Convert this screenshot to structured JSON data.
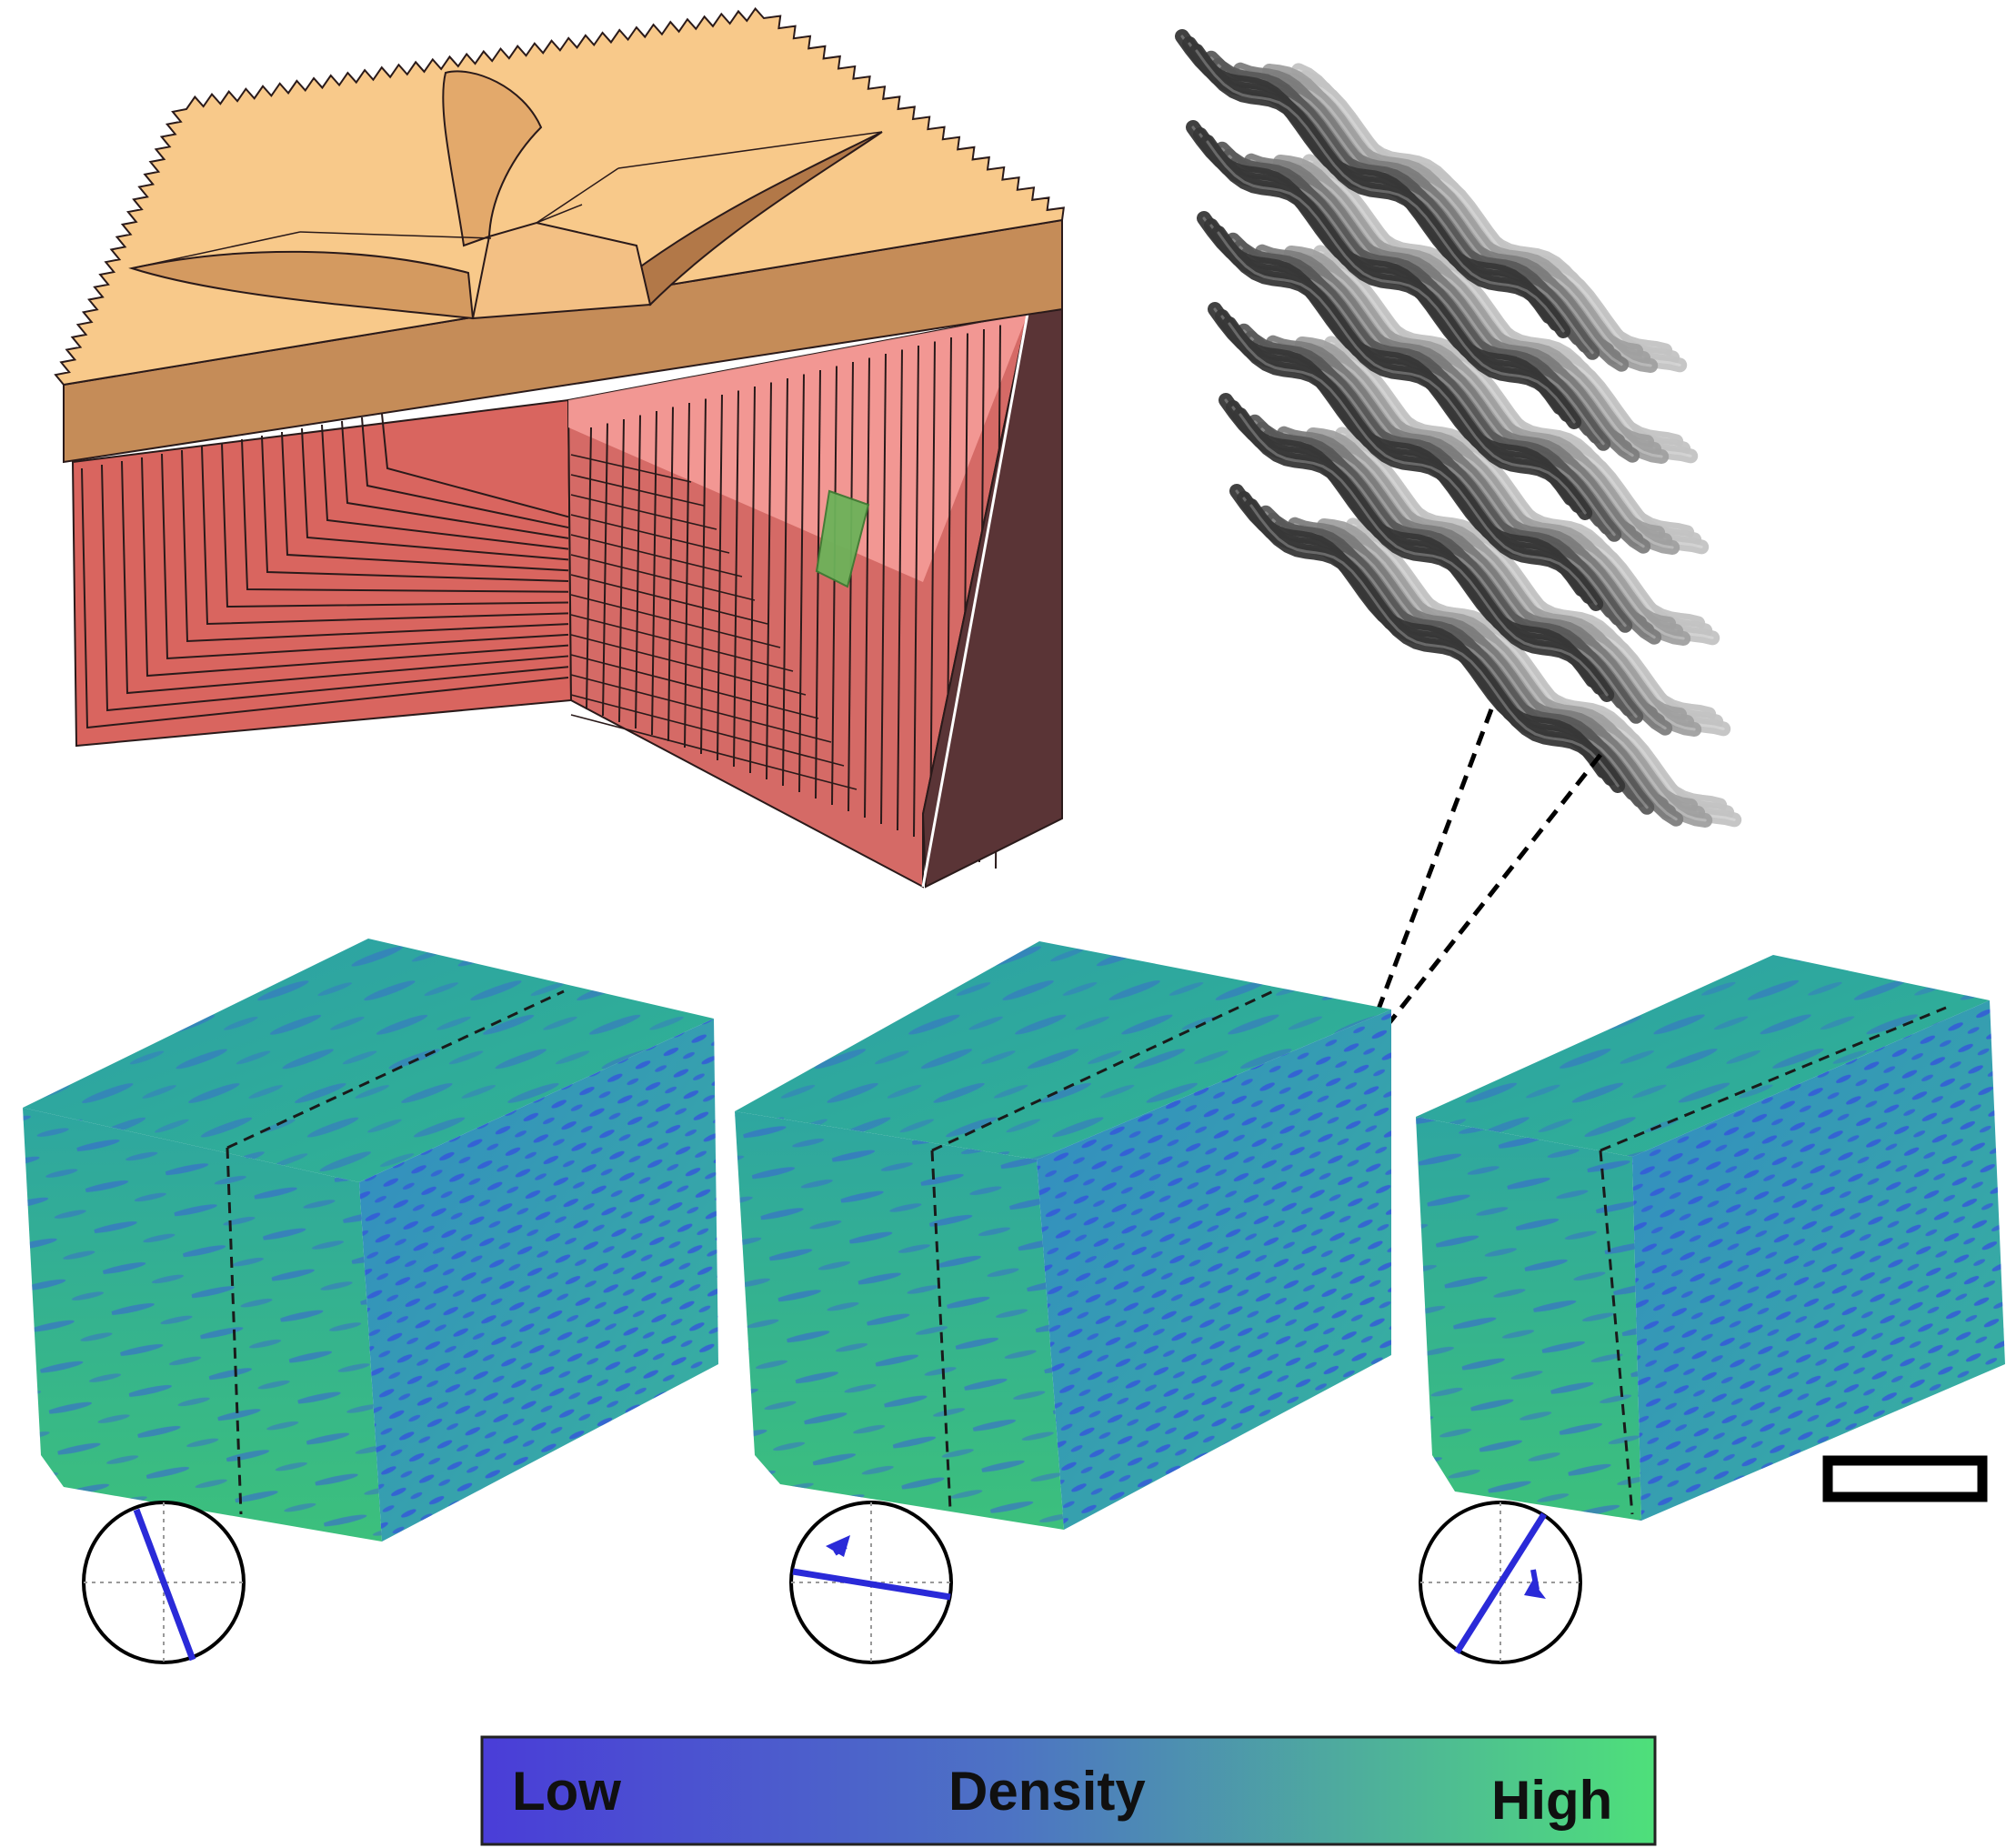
{
  "colorbar": {
    "low_label": "Low",
    "mid_label": "Density",
    "high_label": "High",
    "low_color": "#4a3dd8",
    "high_color": "#4ee07a"
  },
  "palette": {
    "tan_top": "#f8c98a",
    "tan_side": "#c58c58",
    "red_front": "#d9655f",
    "pink_top": "#f59c98",
    "maroon_side": "#5a3436",
    "green_patch": "#6db25a",
    "block_green": "#2fb88c",
    "block_blue": "#3b5fd6"
  },
  "blocks": [
    {
      "id": "left"
    },
    {
      "id": "middle"
    },
    {
      "id": "right"
    }
  ]
}
